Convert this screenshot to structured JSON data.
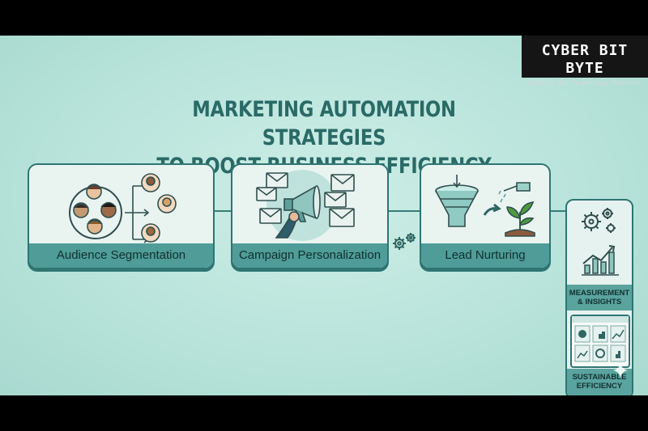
{
  "brand": {
    "name": "CYBER BIT BYTE",
    "tagline": "Partner Win Technology Provider"
  },
  "title": {
    "line1": "MARKETING AUTOMATION STRATEGIES",
    "line2": "TO BOOST BUSINESS EFFICIENCY"
  },
  "steps": [
    {
      "label": "Audience Segmentation",
      "icon": "people-segmentation-icon"
    },
    {
      "label": "Campaign Personalization",
      "icon": "megaphone-envelopes-icon"
    },
    {
      "label": "Lead Nurturing",
      "icon": "funnel-plant-icon"
    }
  ],
  "side_panel": {
    "measurement_label": "MEASUREMENT & INSIGHTS",
    "efficiency_label": "SUSTAINABLE EFFICIENCY"
  },
  "colors": {
    "title": "#2a6a67",
    "card_border": "#2f7572",
    "label_band": "#4f9c98",
    "background": "#b9e4db"
  }
}
